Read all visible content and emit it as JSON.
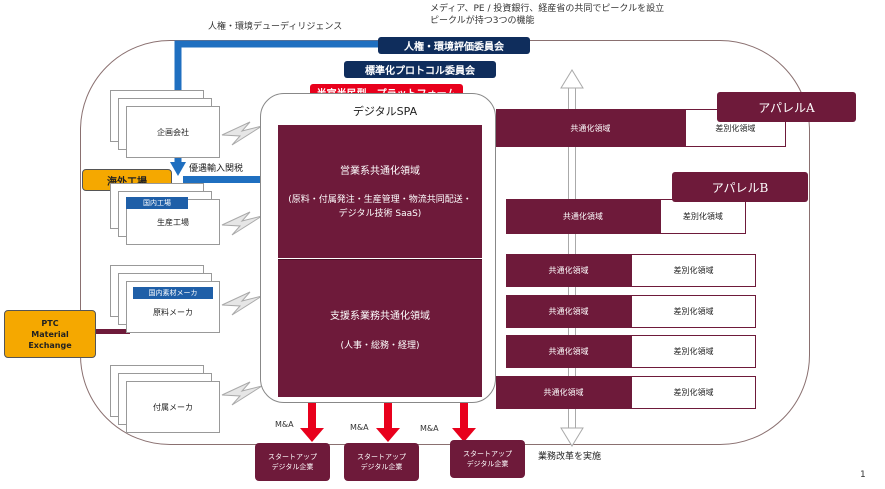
{
  "top_note": {
    "line1": "メディア、PE / 投資銀行、経産省の共同でピークルを設立",
    "line2": "ピークルが持つ3つの機能"
  },
  "due_diligence_label": "人権・環境デューディリジェンス",
  "committees": {
    "human_rights": "人権・環境評価委員会",
    "protocol": "標準化プロトコル委員会"
  },
  "platform_label": "半官半民型　プラットフォーム",
  "spa_title": "デジタルSPA",
  "sales_area": {
    "title": "営業系共通化領域",
    "detail": "(原料・付属発注・生産管理・物流共同配送・デジタル技術 SaaS)"
  },
  "support_area": {
    "title": "支援系業務共通化領域",
    "detail": "(人事・総務・経理)"
  },
  "left_stack": {
    "planning": "企画会社",
    "overseas": "海外工場",
    "tariff": "優遇輸入関税",
    "domestic_tag": "国内工場",
    "production": "生産工場",
    "material_tag": "国内素材メーカ",
    "material": "原料メーカ",
    "accessory": "付属メーカ"
  },
  "ptc": {
    "line1": "PTC",
    "line2": "Material",
    "line3": "Exchange"
  },
  "apparel": {
    "a": "アパレルA",
    "b": "アパレルB",
    "a_sub": "共通化領域",
    "a_diff": "差別化領域",
    "b_common": "共通化領域",
    "b_diff": "差別化領域"
  },
  "rows": [
    {
      "common": "共通化領域",
      "diff": "差別化領域"
    },
    {
      "common": "共通化領域",
      "diff": "差別化領域"
    },
    {
      "common": "共通化領域",
      "diff": "差別化領域"
    },
    {
      "common": "共通化領域",
      "diff": "差別化領域"
    }
  ],
  "ma_label": "M&A",
  "startup": {
    "line1": "スタートアップ",
    "line2": "デジタル企業"
  },
  "reform_label": "業務改革を実施",
  "page_number": "1",
  "colors": {
    "maroon": "#6e1a3a",
    "navy": "#0f2d5c",
    "red": "#e8001c",
    "blue": "#1f5fa8",
    "orange": "#f5a800"
  }
}
